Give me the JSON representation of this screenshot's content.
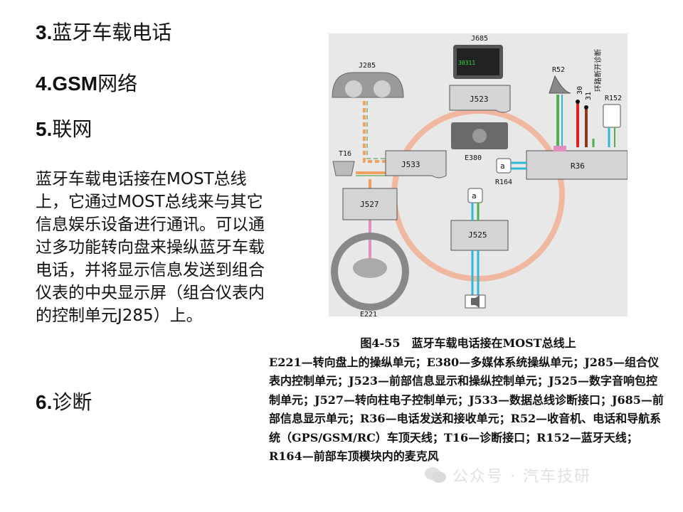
{
  "headings": {
    "h3_num": "3.",
    "h3_text": "蓝牙车载电话",
    "h4_num": "4.GSM",
    "h4_text": "网络",
    "h5_num": "5.",
    "h5_text": "联网",
    "h6_num": "6.",
    "h6_text": "诊断"
  },
  "paragraph": "蓝牙车载电话接在MOST总线上，它通过MOST总线来与其它信息娱乐设备进行通讯。可以通过多功能转向盘来操纵蓝牙车载电话，并将显示信息发送到组合仪表的中央显示屏（组合仪表内的控制单元J285）上。",
  "figure": {
    "labels": {
      "j685": "J685",
      "j523": "J523",
      "e380": "E380",
      "j285": "J285",
      "t16": "T16",
      "j533": "J533",
      "j527": "J527",
      "j525": "J525",
      "e221": "E221",
      "r52": "R52",
      "r36": "R36",
      "r164": "R164",
      "r152": "R152",
      "pin30": "30",
      "pin31": "31",
      "diag": "环路断开诊断",
      "screen_code": "30311"
    },
    "colors": {
      "ring": "#f0b8a0",
      "box": "#d4d4d4",
      "can": "#f0a060",
      "pink": "#e090c0",
      "cyan": "#30b8d8",
      "green": "#50b050",
      "red": "#e02020"
    }
  },
  "caption": {
    "title": "图4-55　蓝牙车载电话接在MOST总线上",
    "body": "E221—转向盘上的操纵单元；E380—多媒体系统操纵单元；J285—组合仪表内控制单元；J523—前部信息显示和操纵控制单元；J525—数字音响包控制单元；J527—转向柱电子控制单元；J533—数据总线诊断接口；J685—前部信息显示单元；R36—电话发送和接收单元；R52—收音机、电话和导航系统（GPS/GSM/RC）车顶天线；T16—诊断接口；R152—蓝牙天线；R164—前部车顶模块内的麦克风"
  },
  "watermark": {
    "text": "公众号 · 汽车技研",
    "icon": "wechat-icon"
  }
}
